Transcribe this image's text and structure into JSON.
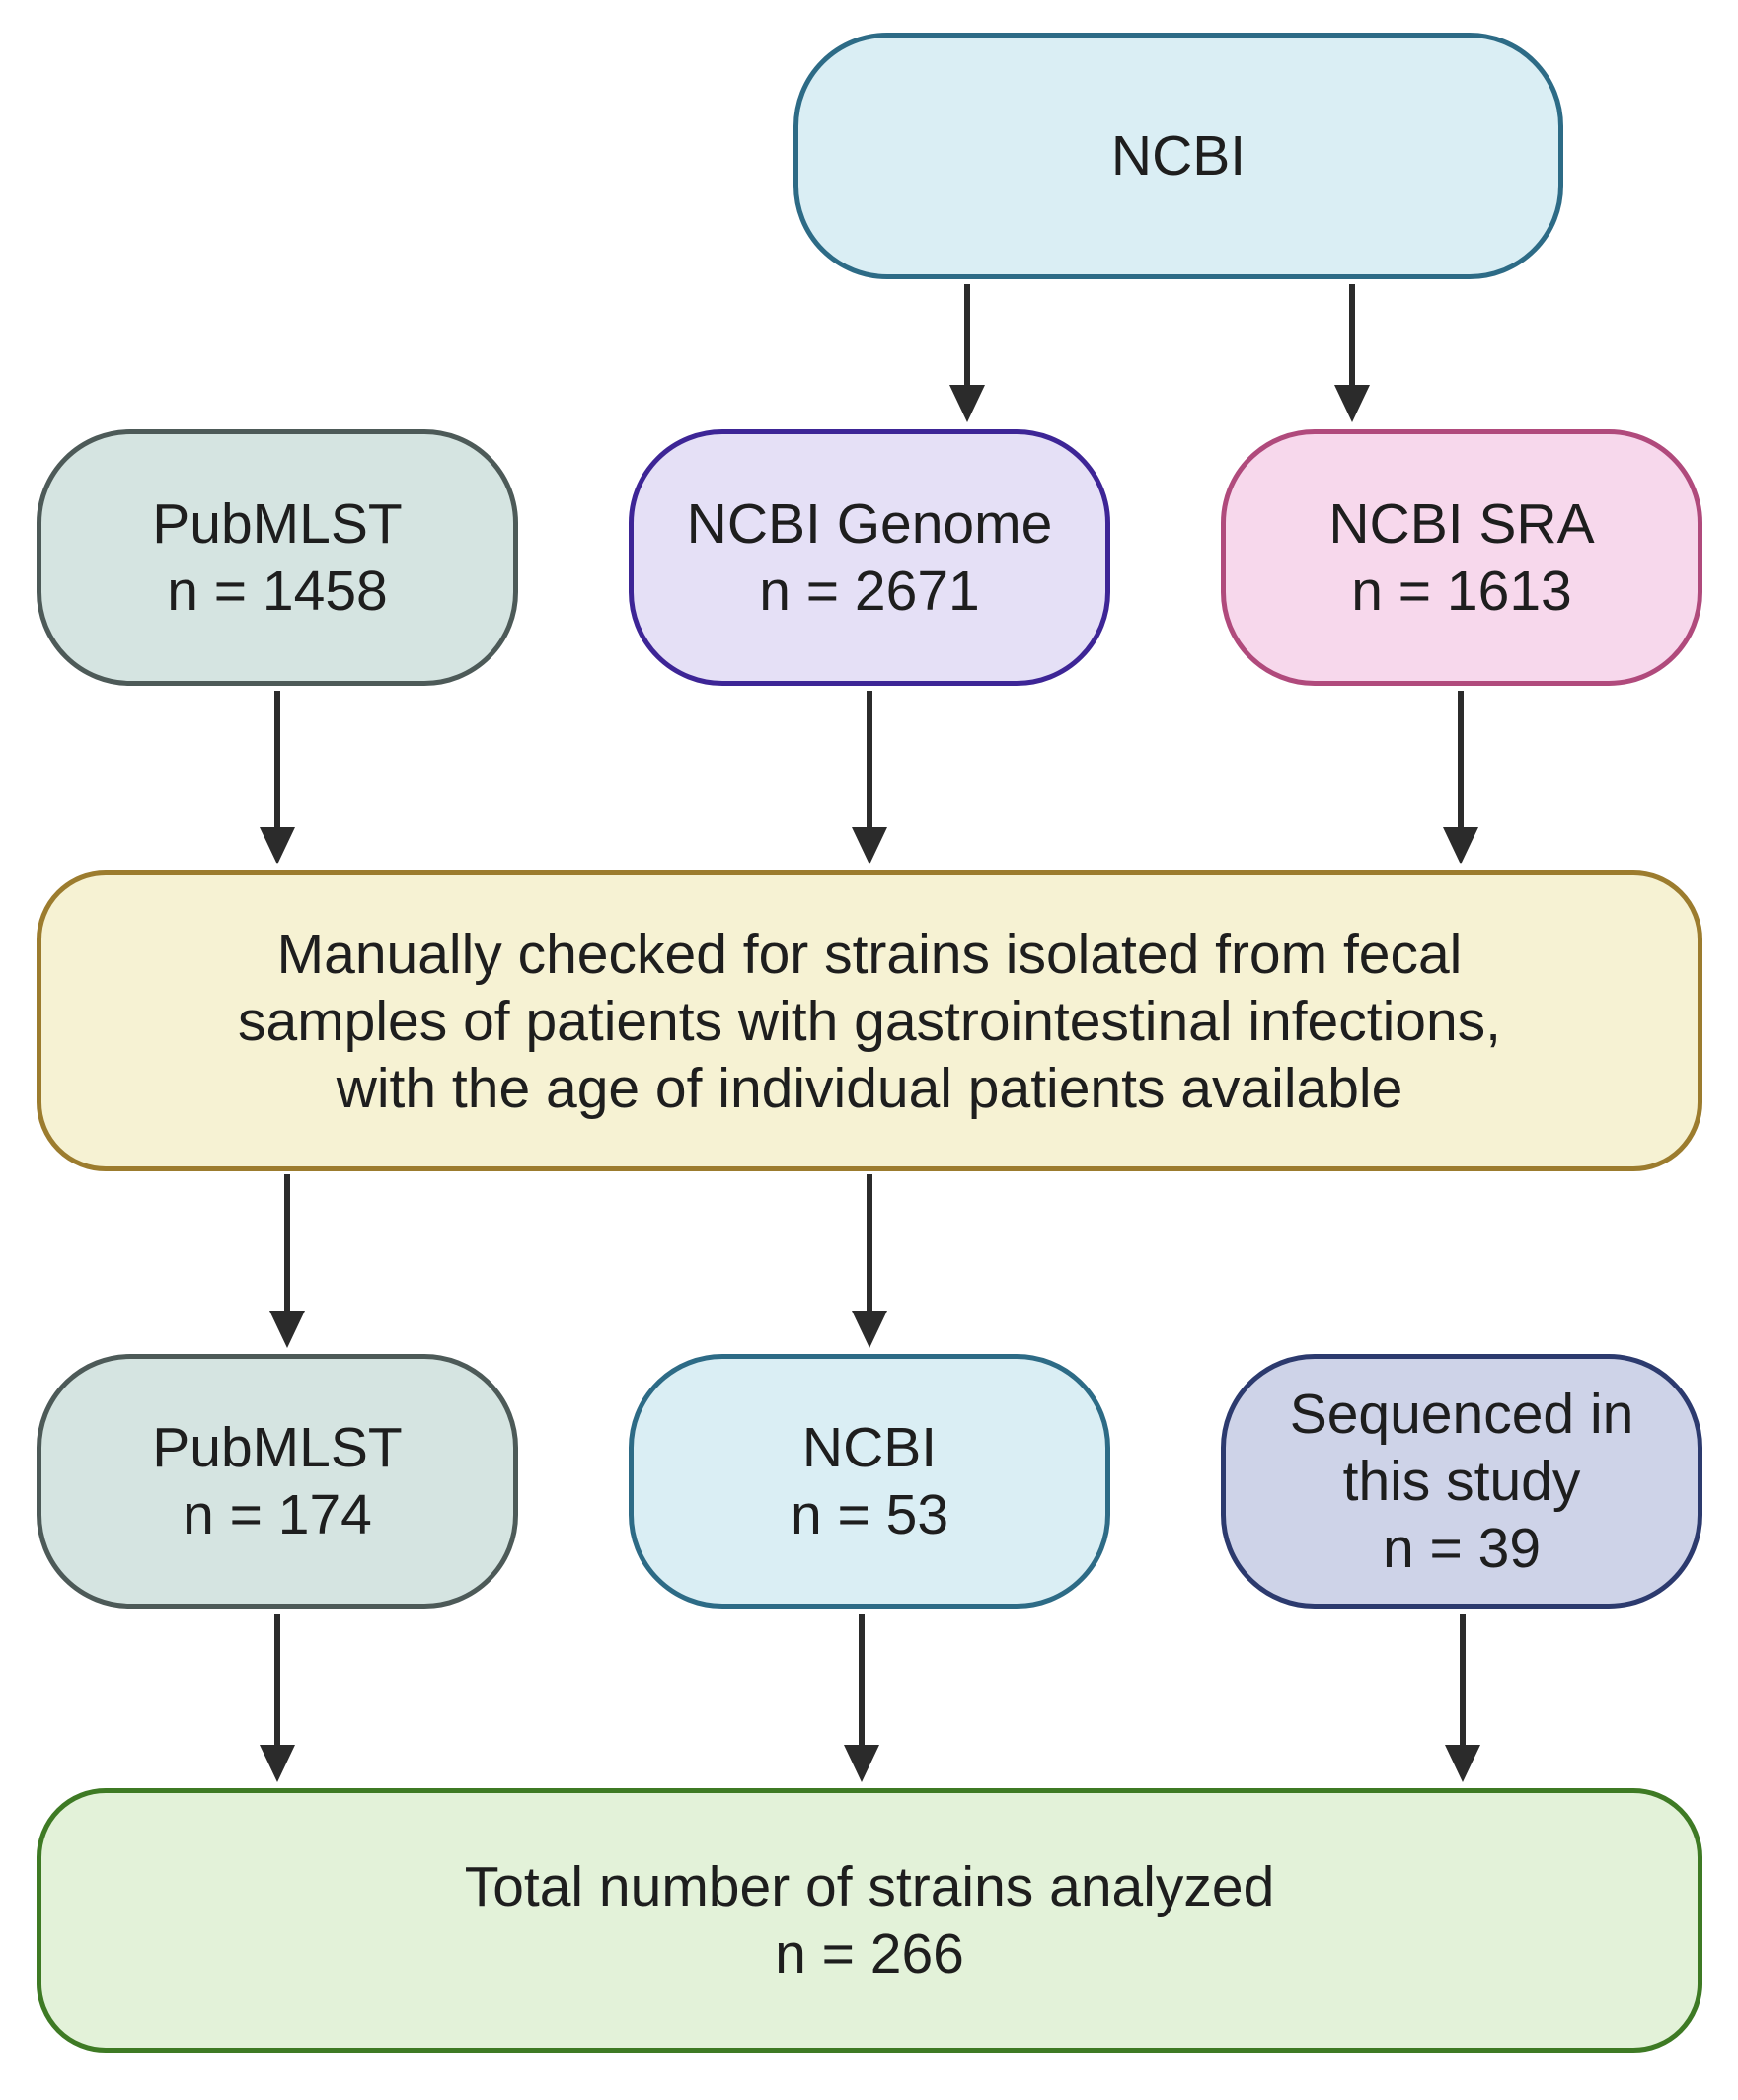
{
  "colors": {
    "ncbi_top": {
      "fill": "#daeef4",
      "stroke": "#2d6b86"
    },
    "pubmlst": {
      "fill": "#d5e4e1",
      "stroke": "#4d5a58"
    },
    "genome": {
      "fill": "#e5e0f6",
      "stroke": "#3d2596"
    },
    "sra": {
      "fill": "#f7d8ec",
      "stroke": "#b04a7c"
    },
    "manual": {
      "fill": "#f6f2d3",
      "stroke": "#9c7c2e"
    },
    "ncbi_mid": {
      "fill": "#daeef4",
      "stroke": "#2d6b86"
    },
    "sequenced": {
      "fill": "#ced3e8",
      "stroke": "#2c3a6e"
    },
    "total": {
      "fill": "#e3f2d9",
      "stroke": "#3e7a24"
    },
    "arrow": "#2b2b2b"
  },
  "nodes": {
    "ncbi_top": {
      "lines": [
        "NCBI"
      ]
    },
    "pubmlst": {
      "lines": [
        "PubMLST",
        "n = 1458"
      ]
    },
    "genome": {
      "lines": [
        "NCBI Genome",
        "n = 2671"
      ]
    },
    "sra": {
      "lines": [
        "NCBI SRA",
        "n = 1613"
      ]
    },
    "manual": {
      "lines": [
        "Manually checked for strains isolated from fecal",
        "samples of patients with gastrointestinal infections,",
        "with the age of individual patients available"
      ]
    },
    "pubmlst2": {
      "lines": [
        "PubMLST",
        "n = 174"
      ]
    },
    "ncbi2": {
      "lines": [
        "NCBI",
        "n = 53"
      ]
    },
    "sequenced": {
      "lines": [
        "Sequenced in",
        "this study",
        "n = 39"
      ]
    },
    "total": {
      "lines": [
        "Total number of strains analyzed",
        "n = 266"
      ]
    }
  },
  "edges": [
    {
      "from": "ncbi_top",
      "to": "genome"
    },
    {
      "from": "ncbi_top",
      "to": "sra"
    },
    {
      "from": "pubmlst",
      "to": "manual"
    },
    {
      "from": "genome",
      "to": "manual"
    },
    {
      "from": "sra",
      "to": "manual"
    },
    {
      "from": "manual",
      "to": "pubmlst2"
    },
    {
      "from": "manual",
      "to": "ncbi2"
    },
    {
      "from": "pubmlst2",
      "to": "total"
    },
    {
      "from": "ncbi2",
      "to": "total"
    },
    {
      "from": "sequenced",
      "to": "total"
    }
  ]
}
